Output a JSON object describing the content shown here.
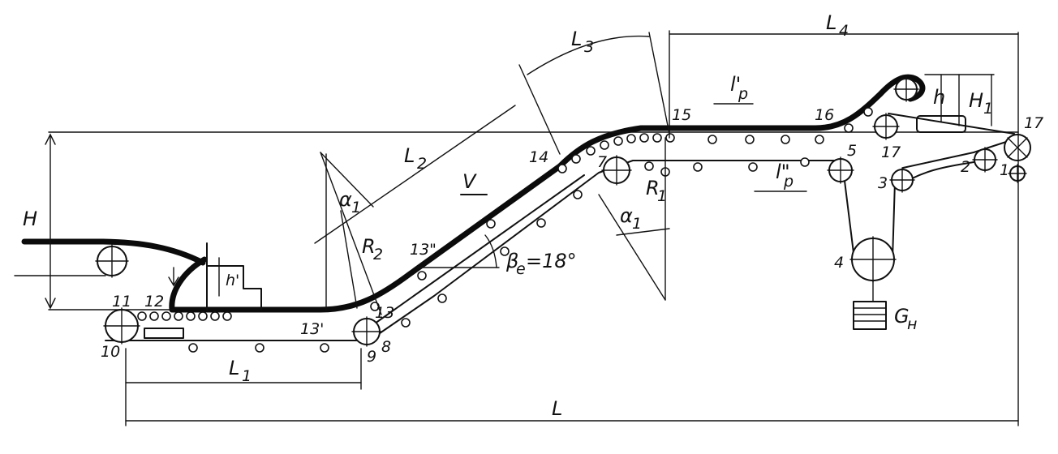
{
  "labels": {
    "H": "H",
    "L": "L",
    "L1": "L",
    "L1_sub": "1",
    "L2": "L",
    "L2_sub": "2",
    "L3": "L",
    "L3_sub": "3",
    "L4": "L",
    "L4_sub": "4",
    "V": "V",
    "R1": "R",
    "R1_sub": "1",
    "R2": "R",
    "R2_sub": "2",
    "alpha1_top": "α",
    "alpha1_top_sub": "1",
    "alpha1_right": "α",
    "alpha1_right_sub": "1",
    "beta": "β",
    "beta_sub": "e",
    "beta_value": "=18°",
    "h_prime": "h'",
    "h": "h",
    "H1": "H",
    "H1_sub": "1",
    "lp_prime": "l'",
    "lp_prime_sub": "p",
    "lp_dprime": "l\"",
    "lp_dprime_sub": "p",
    "Gn": "G",
    "Gn_sub": "н"
  },
  "points": {
    "p1": "1",
    "p2": "2",
    "p3": "3",
    "p4": "4",
    "p5": "5",
    "p7": "7",
    "p8": "8",
    "p9": "9",
    "p10": "10",
    "p11": "11",
    "p12": "12",
    "p13": "13",
    "p13p": "13'",
    "p13pp": "13\"",
    "p14": "14",
    "p15": "15",
    "p16": "16",
    "p17a": "17",
    "p17b": "17"
  }
}
